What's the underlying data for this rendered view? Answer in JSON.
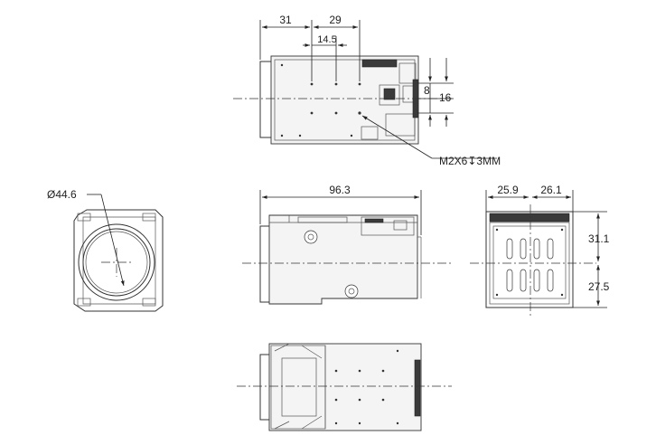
{
  "dimensions": {
    "top_31": "31",
    "top_29": "29",
    "top_14_5": "14.5",
    "right_8": "8",
    "right_16": "16",
    "screw_note": "M2X6↧3MM",
    "diameter": "Ø44.6",
    "side_length": "96.3",
    "rear_25_9": "25.9",
    "rear_26_1": "26.1",
    "rear_31_1": "31.1",
    "rear_27_5": "27.5"
  }
}
